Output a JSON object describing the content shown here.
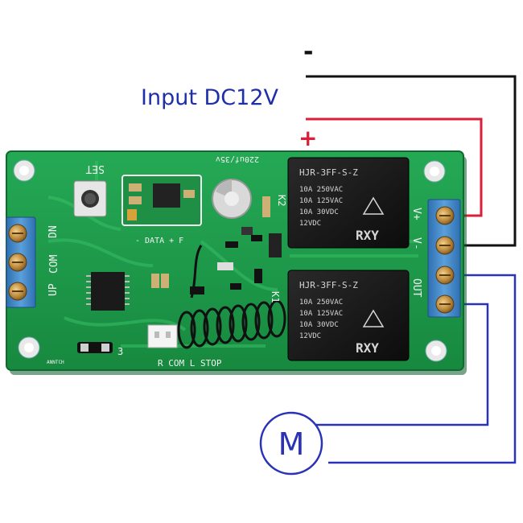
{
  "diagram": {
    "input_label": "Input DC12V",
    "minus_label": "-",
    "plus_label": "+",
    "motor_label": "M"
  },
  "board": {
    "set_label": "SET",
    "cap_label": "220uf/35v",
    "data_label": "- DATA + F",
    "k1_label": "K1",
    "k2_label": "K2",
    "left_terminal_labels": [
      "DN",
      "COM",
      "UP"
    ],
    "right_terminal_labels": [
      "V+",
      "V-",
      "OUT"
    ],
    "bottom_header_label": "R COM L STOP",
    "antenna_label": "ANNTCH",
    "jumper_label": "3",
    "relay_top": {
      "model": "HJR-3FF-S-Z",
      "specs": [
        "10A 250VAC",
        "10A 125VAC",
        "10A 30VDC",
        "12VDC"
      ],
      "brand": "RXY"
    },
    "relay_bottom": {
      "model": "HJR-3FF-S-Z",
      "specs": [
        "10A 250VAC",
        "10A 125VAC",
        "10A 30VDC",
        "12VDC"
      ],
      "brand": "RXY"
    }
  },
  "colors": {
    "wire_black": "#111111",
    "wire_red": "#d8203a",
    "wire_blue": "#2a33b8",
    "label_blue": "#1f2fa8",
    "pcb_green": "#1f9a4a",
    "terminal_blue": "#3f84c4"
  }
}
